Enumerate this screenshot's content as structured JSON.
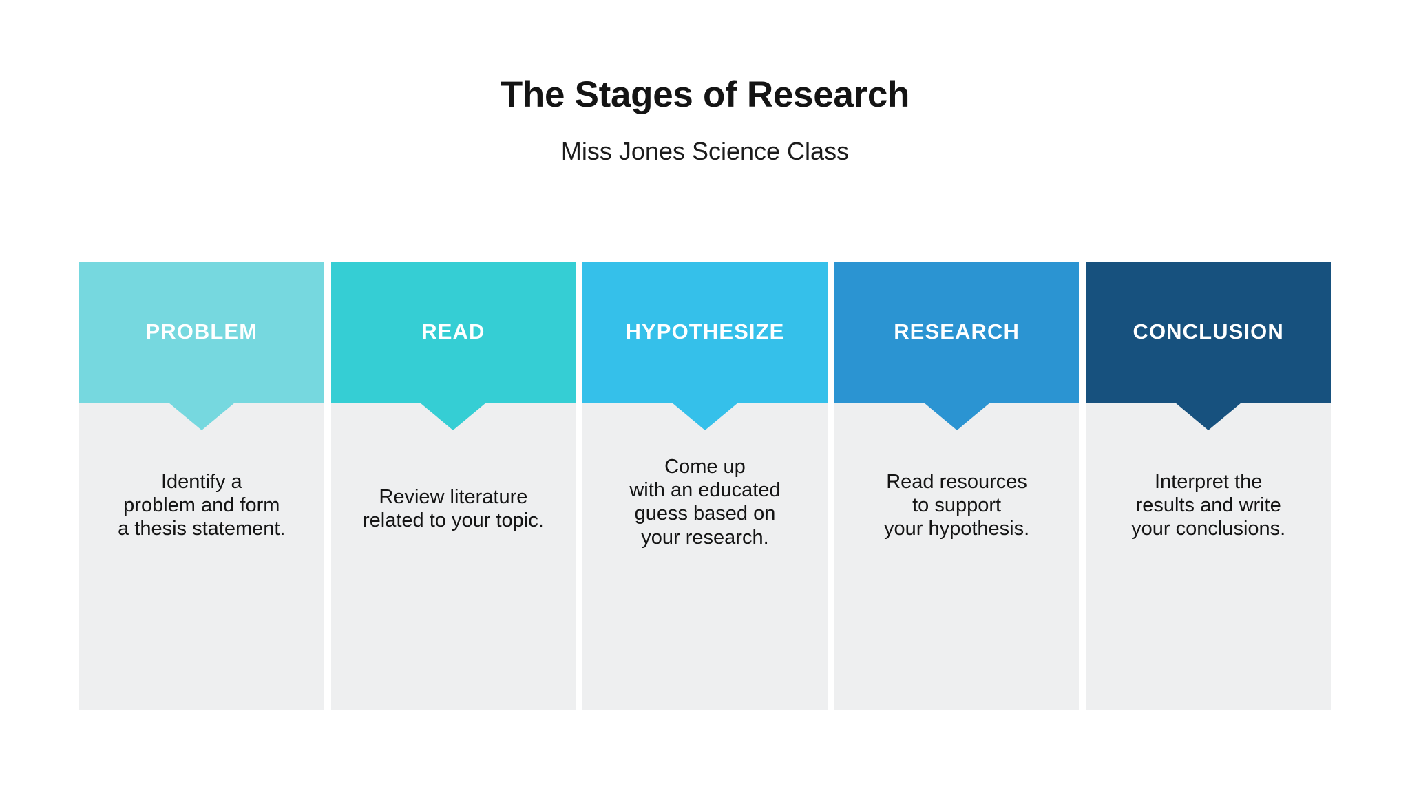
{
  "header": {
    "title": "The Stages of Research",
    "subtitle": "Miss Jones Science Class"
  },
  "colors": {
    "background": "#ffffff",
    "panel_body": "#eeeff0",
    "text_dark": "#141414",
    "text_light": "#ffffff",
    "stage_1": "#76d8df",
    "stage_2": "#35ced4",
    "stage_3": "#35c0ea",
    "stage_4": "#2b94d2",
    "stage_5": "#17517e"
  },
  "stages": [
    {
      "label": "PROBLEM",
      "description": "Identify a\nproblem and form\na thesis statement.",
      "color": "#76d8df",
      "lines": 3
    },
    {
      "label": "READ",
      "description": "Review literature\nrelated to your topic.",
      "color": "#35ced4",
      "lines": 2
    },
    {
      "label": "HYPOTHESIZE",
      "description": "Come up\nwith an educated\nguess based on\nyour research.",
      "color": "#35c0ea",
      "lines": 4
    },
    {
      "label": "RESEARCH",
      "description": "Read resources\nto support\nyour hypothesis.",
      "color": "#2b94d2",
      "lines": 3
    },
    {
      "label": "CONCLUSION",
      "description": "Interpret the\nresults and write\nyour conclusions.",
      "color": "#17517e",
      "lines": 3
    }
  ]
}
